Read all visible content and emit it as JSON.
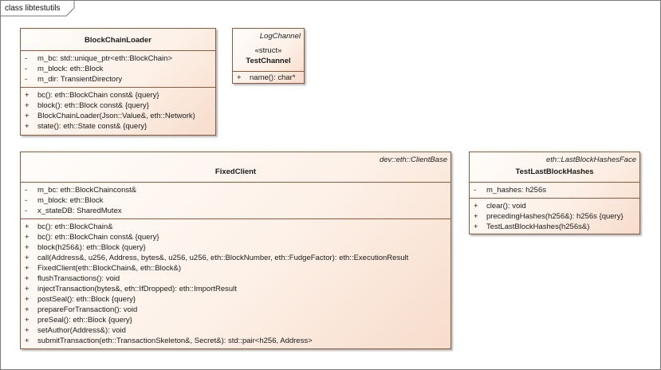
{
  "frame": {
    "title": "class libtestutils"
  },
  "classes": {
    "blockchainloader": {
      "name": "BlockChainLoader",
      "attributes": [
        {
          "vis": "-",
          "text": "m_bc: std::unique_ptr<eth::BlockChain>"
        },
        {
          "vis": "-",
          "text": "m_block: eth::Block"
        },
        {
          "vis": "-",
          "text": "m_dir: TransientDirectory"
        }
      ],
      "operations": [
        {
          "vis": "+",
          "text": "bc(): eth::BlockChain const& {query}"
        },
        {
          "vis": "+",
          "text": "block(): eth::Block const& {query}"
        },
        {
          "vis": "+",
          "text": "BlockChainLoader(Json::Value&, eth::Network)"
        },
        {
          "vis": "+",
          "text": "state(): eth::State const& {query}"
        }
      ]
    },
    "testchannel": {
      "parent": "LogChannel",
      "stereotype": "«struct»",
      "name": "TestChannel",
      "operations": [
        {
          "vis": "+",
          "text": "name(): char*"
        }
      ]
    },
    "fixedclient": {
      "parent": "dev::eth::ClientBase",
      "name": "FixedClient",
      "attributes": [
        {
          "vis": "-",
          "text": "m_bc: eth::BlockChainconst&"
        },
        {
          "vis": "-",
          "text": "m_block: eth::Block"
        },
        {
          "vis": "-",
          "text": "x_stateDB: SharedMutex"
        }
      ],
      "operations": [
        {
          "vis": "+",
          "text": "bc(): eth::BlockChain&"
        },
        {
          "vis": "+",
          "text": "bc(): eth::BlockChain const& {query}"
        },
        {
          "vis": "+",
          "text": "block(h256&): eth::Block {query}"
        },
        {
          "vis": "+",
          "text": "call(Address&, u256, Address, bytes&, u256, u256, eth::BlockNumber, eth::FudgeFactor): eth::ExecutionResult"
        },
        {
          "vis": "+",
          "text": "FixedClient(eth::BlockChain&, eth::Block&)"
        },
        {
          "vis": "+",
          "text": "flushTransactions(): void"
        },
        {
          "vis": "+",
          "text": "injectTransaction(bytes&, eth::IfDropped): eth::ImportResult"
        },
        {
          "vis": "+",
          "text": "postSeal(): eth::Block {query}"
        },
        {
          "vis": "+",
          "text": "prepareForTransaction(): void"
        },
        {
          "vis": "+",
          "text": "preSeal(): eth::Block {query}"
        },
        {
          "vis": "+",
          "text": "setAuthor(Address&): void"
        },
        {
          "vis": "+",
          "text": "submitTransaction(eth::TransactionSkeleton&, Secret&): std::pair<h256, Address>"
        }
      ]
    },
    "testlastblockhashes": {
      "parent": "eth::LastBlockHashesFace",
      "name": "TestLastBlockHashes",
      "attributes": [
        {
          "vis": "-",
          "text": "m_hashes: h256s"
        }
      ],
      "operations": [
        {
          "vis": "+",
          "text": "clear(): void"
        },
        {
          "vis": "+",
          "text": "precedingHashes(h256&): h256s {query}"
        },
        {
          "vis": "+",
          "text": "TestLastBlockHashes(h256s&)"
        }
      ]
    }
  },
  "colors": {
    "border": "#8a5a3c",
    "fill_light": "#fffdfb",
    "fill_dark": "#f7dccb"
  }
}
